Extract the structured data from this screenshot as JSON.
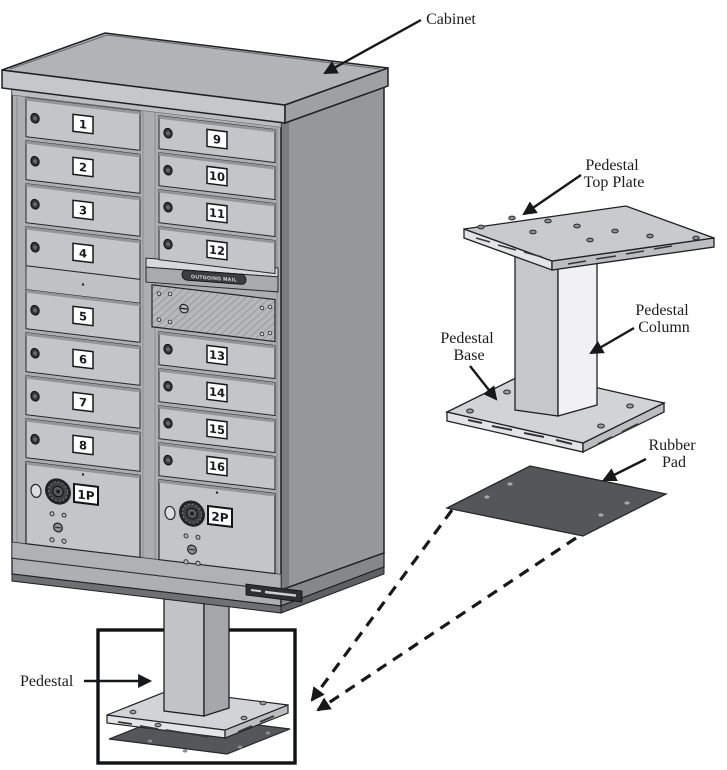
{
  "labels": {
    "cabinet": "Cabinet",
    "pedestal_top_plate": [
      "Pedestal",
      "Top Plate"
    ],
    "pedestal_column": [
      "Pedestal",
      "Column"
    ],
    "pedestal_base": [
      "Pedestal",
      "Base"
    ],
    "rubber_pad": [
      "Rubber",
      "Pad"
    ],
    "pedestal": "Pedestal"
  },
  "cabinet": {
    "left_door_numbers": [
      "1",
      "2",
      "3",
      "4",
      "5",
      "6",
      "7",
      "8"
    ],
    "right_door_numbers": [
      "9",
      "10",
      "11",
      "12",
      "13",
      "14",
      "15",
      "16"
    ],
    "parcel_door_left": "1P",
    "parcel_door_right": "2P",
    "outgoing_mail_label": "OUTGOING MAIL"
  },
  "colors": {
    "line": "#1f2023",
    "cabinet_front_door": "#c4c5c8",
    "cabinet_frame": "#adaeb2",
    "cabinet_top": "#b2b3b6",
    "cabinet_side": "#96979b",
    "plate_metal": "#cfd0d3",
    "rubber_pad": "#54565a",
    "number_plate": "#ffffff"
  }
}
